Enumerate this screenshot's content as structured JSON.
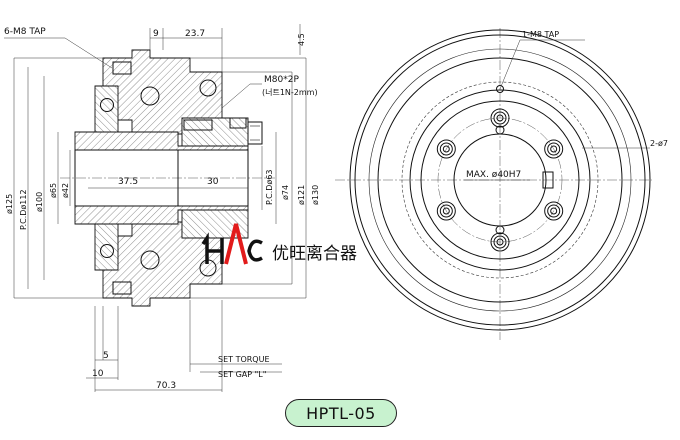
{
  "model": "HPTL-05",
  "logo": {
    "mark": "HAC",
    "chinese": "优旺离合器"
  },
  "side_view": {
    "top_dims": [
      "9",
      "23.7"
    ],
    "right_top_dim": "4.5",
    "tap_label": "6-M8 TAP",
    "thread_label": "M80*2P",
    "thread_note": "(너트1N-2mm)",
    "bore_depths": [
      "37.5",
      "30"
    ],
    "left_diameters": [
      "ø125",
      "P.C.Dø112",
      "ø100",
      "ø65",
      "ø42"
    ],
    "right_diameters": [
      "P.C.Dø63",
      "ø74",
      "ø121",
      "ø130"
    ],
    "bottom_dims": [
      "5",
      "10",
      "70.3"
    ],
    "set_torque": "SET TORQUE",
    "set_gap": "SET GAP \"L\""
  },
  "front_view": {
    "tap_label": "1-M8 TAP",
    "hole_label": "2-ø7",
    "bore_label": "MAX. ø40H7"
  }
}
